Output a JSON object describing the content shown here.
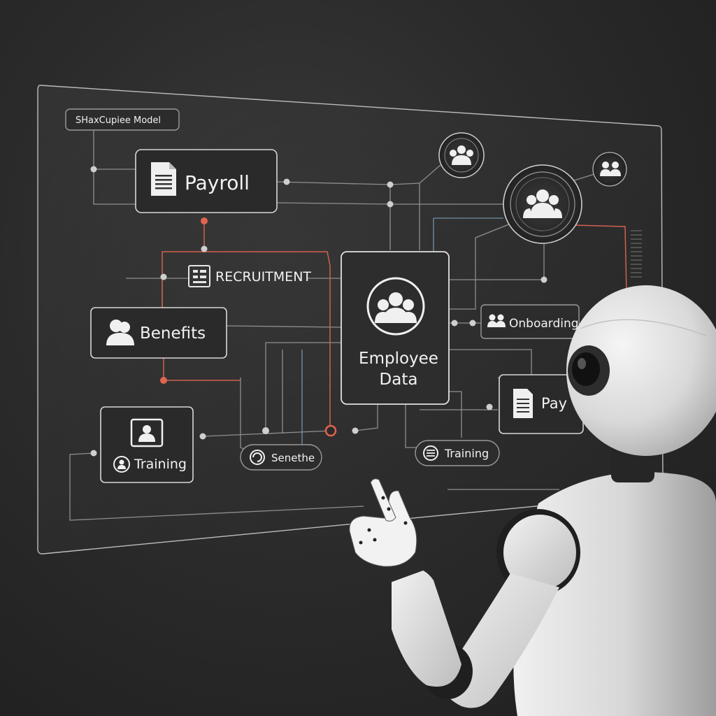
{
  "panel": {
    "model_label": "SHaxCupiee Model"
  },
  "nodes": {
    "payroll": "Payroll",
    "recruitment": "RECRUITMENT",
    "benefits": "Benefits",
    "employee_data_line1": "Employee",
    "employee_data_line2": "Data",
    "onboarding": "Onboarding",
    "pay": "Pay",
    "training_left": "Training",
    "senethe": "Senethe",
    "training_right": "Training"
  },
  "icons": [
    "document-icon",
    "form-icon",
    "person-icon",
    "people-group-icon",
    "swirl-icon",
    "avatar-icon"
  ],
  "colors": {
    "background": "#2b2b2b",
    "panel_stroke": "#bdbdbd",
    "wire": "#8e8e8e",
    "accent_red": "#d0614f",
    "accent_blue": "#7fa6bf",
    "robot_body": "#e6e6e6",
    "robot_joint": "#2a2a2a"
  }
}
